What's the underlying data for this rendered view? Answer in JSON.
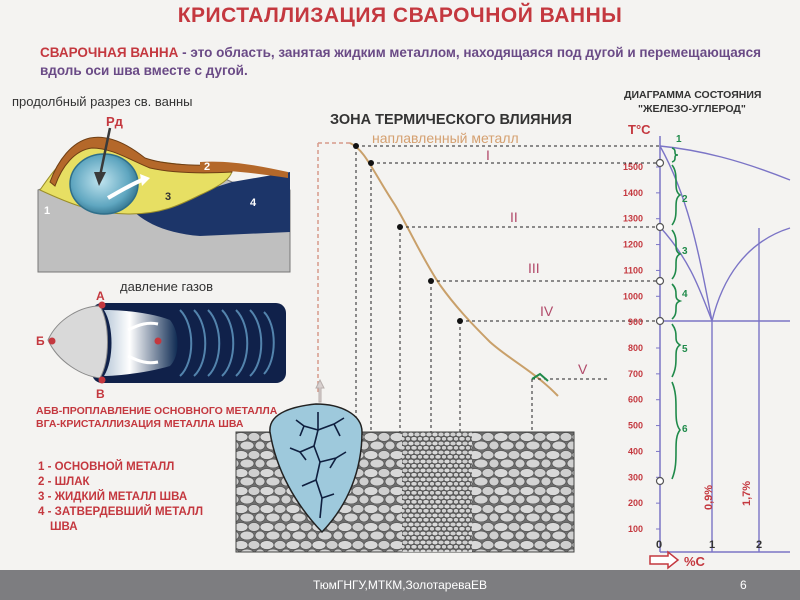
{
  "title": "КРИСТАЛЛИЗАЦИЯ СВАРОЧНОЙ ВАННЫ",
  "definition": {
    "term": "СВАРОЧНАЯ ВАННА",
    "text": " - это область, занятая жидким металлом, находящаяся под дугой и перемещающаяся вдоль оси шва вместе с дугой."
  },
  "section_cross": "продолбный разрез св. ванны",
  "gas_pressure": "давление газов",
  "zone_title": "ЗОНА ТЕРМИЧЕСКОГО ВЛИЯНИЯ",
  "weld_metal": "наплавленный металл",
  "diagram_title_1": "ДИАГРАММА СОСТОЯНИЯ",
  "diagram_title_2": "\"ЖЕЛЕЗО-УГЛЕРОД\"",
  "pressure_label": "Pд",
  "pool_numbers": [
    "1",
    "2",
    "3",
    "4"
  ],
  "top_view_letters": {
    "a": "А",
    "b": "Б",
    "v": "В"
  },
  "caption_1": "АБВ-ПРОПЛАВЛЕНИЕ ОСНОВНОГО МЕТАЛЛА",
  "caption_2": "ВГА-КРИСТАЛЛИЗАЦИЯ МЕТАЛЛА ШВА",
  "legend": [
    "1 - ОСНОВНОЙ МЕТАЛЛ",
    "2 - ШЛАК",
    "3 - ЖИДКИЙ МЕТАЛЛ ШВА",
    "4 - ЗАТВЕРДЕВШИЙ МЕТАЛЛ",
    "ШВА"
  ],
  "zones": [
    "I",
    "II",
    "III",
    "IV",
    "V"
  ],
  "temp_axis_label": "T°C",
  "carbon_axis_label": "%C",
  "temp_ticks": [
    "1500",
    "1400",
    "1300",
    "1200",
    "1100",
    "1000",
    "900",
    "800",
    "700",
    "600",
    "500",
    "400",
    "300",
    "200",
    "100"
  ],
  "carbon_ticks": [
    "0",
    "1",
    "2"
  ],
  "region_numbers": [
    "1",
    "2",
    "3",
    "4",
    "5",
    "6"
  ],
  "carbon_marks": [
    "0,9%",
    "1,7%"
  ],
  "colors": {
    "title": "#c4383f",
    "definition": "#6a4a86",
    "curve": "#c9a06a",
    "scale": "#c4383f",
    "phase": "#7b74c6",
    "brace": "#1f8a4a"
  },
  "footer": {
    "text": "ТюмГНГУ,МТКМ,ЗолотареваЕВ",
    "page": "6"
  }
}
